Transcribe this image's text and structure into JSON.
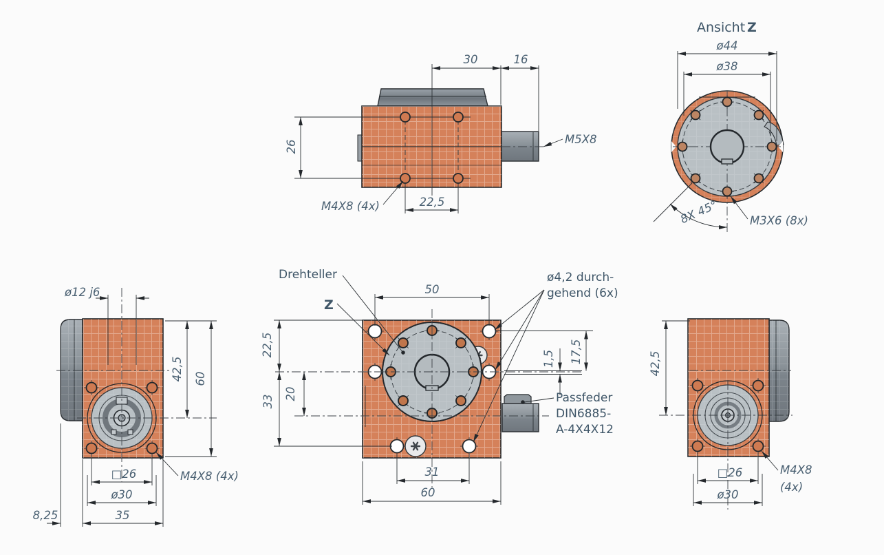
{
  "colors": {
    "body_orange": "#d5815a",
    "plate_gray": "#b9c0c4",
    "metal_gray": "#868e95",
    "line": "#24282c",
    "dim_text": "#4a6072",
    "label_text": "#3f5668",
    "background": "#fbfbfb"
  },
  "views": {
    "top": {
      "dims": {
        "w30": "30",
        "w16": "16",
        "h26": "26",
        "w225": "22,5"
      },
      "labels": {
        "m5x8": "M5X8",
        "m4x8": "M4X8 (4x)"
      }
    },
    "z": {
      "title": "Ansicht",
      "title_z": "Z",
      "dims": {
        "d44": "ø44",
        "d38": "ø38",
        "ang": "8X 45°"
      },
      "labels": {
        "m3x6": "M3X6 (8x)"
      }
    },
    "left": {
      "dims": {
        "shaft": "ø12 j6",
        "h425": "42,5",
        "h60": "60",
        "sq26": "□26",
        "d30": "ø30",
        "w35": "35",
        "w825": "8,25"
      },
      "labels": {
        "m4x8": "M4X8 (4x)"
      }
    },
    "front": {
      "dims": {
        "w50": "50",
        "h225": "22,5",
        "h33": "33",
        "h20": "20",
        "h15": "1,5",
        "h175": "17,5",
        "w31": "31",
        "w60": "60"
      },
      "labels": {
        "drehteller": "Drehteller",
        "z": "Z",
        "holes1": "ø4,2 durch-",
        "holes2": "gehend (6x)",
        "pf1": "Passfeder",
        "pf2": "DIN6885-",
        "pf3": "A-4X4X12"
      }
    },
    "right": {
      "dims": {
        "h425": "42,5",
        "sq26": "□26",
        "d30": "ø30"
      },
      "labels": {
        "m4x8a": "M4X8",
        "m4x8b": "(4x)"
      }
    }
  }
}
